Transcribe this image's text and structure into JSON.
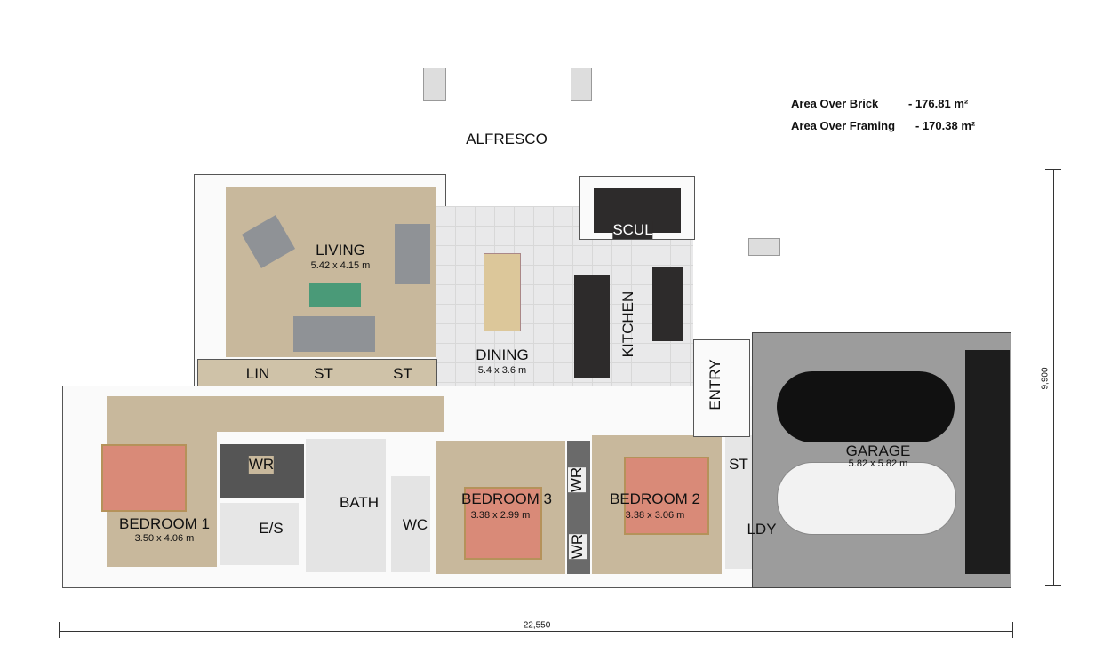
{
  "area_notes": [
    {
      "label": "Area Over Brick",
      "value": "- 176.81 m²"
    },
    {
      "label": "Area Over Framing",
      "value": "- 170.38 m²"
    }
  ],
  "rooms": {
    "alfresco": "ALFRESCO",
    "living": {
      "name": "LIVING",
      "size": "5.42 x 4.15 m"
    },
    "dining": {
      "name": "DINING",
      "size": "5.4 x 3.6 m"
    },
    "kitchen": "KITCHEN",
    "scul": "SCUL",
    "lin": "LIN",
    "st1": "ST",
    "st2": "ST",
    "entry": "ENTRY",
    "garage": {
      "name": "GARAGE",
      "size": "5.82 x 5.82 m"
    },
    "st3": "ST",
    "ldy": "LDY",
    "wr1": "WR",
    "es": "E/S",
    "bath": "BATH",
    "wc": "WC",
    "bedroom1": {
      "name": "BEDROOM 1",
      "size": "3.50 x 4.06 m"
    },
    "bedroom3": {
      "name": "BEDROOM 3",
      "size": "3.38 x 2.99 m"
    },
    "bedroom2": {
      "name": "BEDROOM 2",
      "size": "3.38 x 3.06 m"
    },
    "wr2": "WR",
    "wr3": "WR"
  },
  "dimensions": {
    "width": "22,550",
    "depth": "9,900"
  }
}
